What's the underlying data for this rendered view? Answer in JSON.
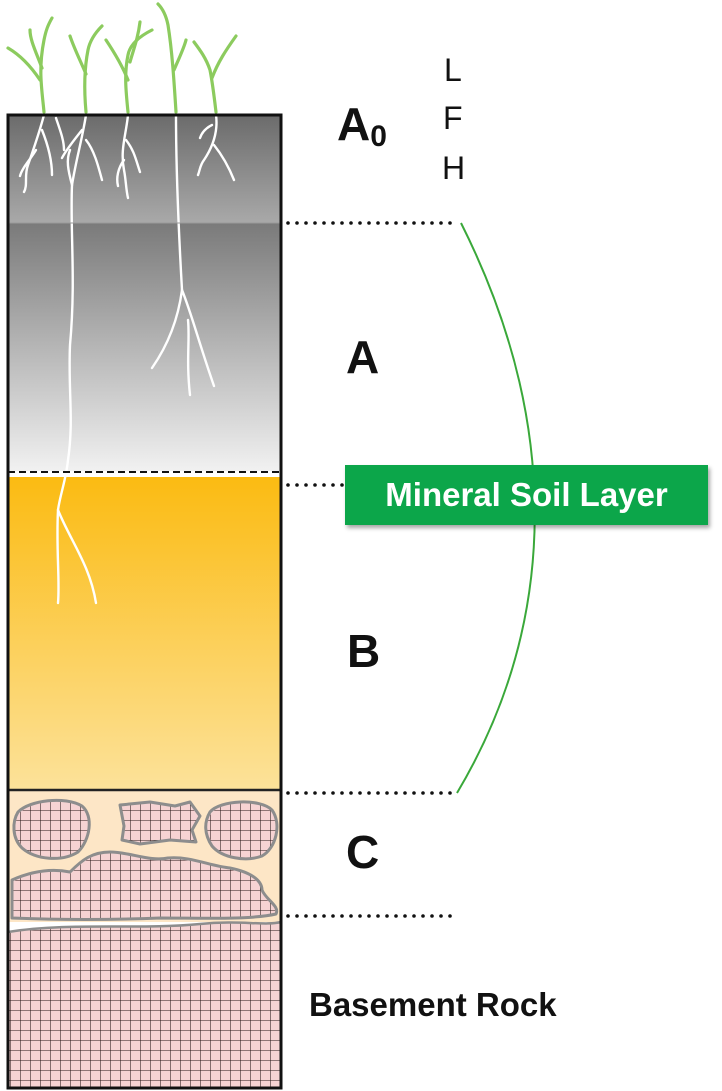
{
  "labels": {
    "a0_main": "A",
    "a0_sub": "0",
    "sub_l": "L",
    "sub_f": "F",
    "sub_h": "H",
    "a": "A",
    "b": "B",
    "c": "C",
    "basement_rock": "Basement Rock",
    "mineral_soil_layer": "Mineral Soil Layer"
  },
  "colors": {
    "grass": "#8ccb5e",
    "roots": "#ffffff",
    "a0_top": "#6b6b6b",
    "a0_bottom": "#a9a9a9",
    "a_top": "#7a7a7a",
    "a_bottom": "#f1f1f1",
    "b_top": "#fbbb12",
    "b_bottom": "#fce29a",
    "c_background": "#fde6c6",
    "rock_fill": "#f6d3d3",
    "rock_grid": "#2a1a1a",
    "rock_outline": "#8d8d8d",
    "bracket": "#3aa83a",
    "badge": "#0ca64a"
  }
}
